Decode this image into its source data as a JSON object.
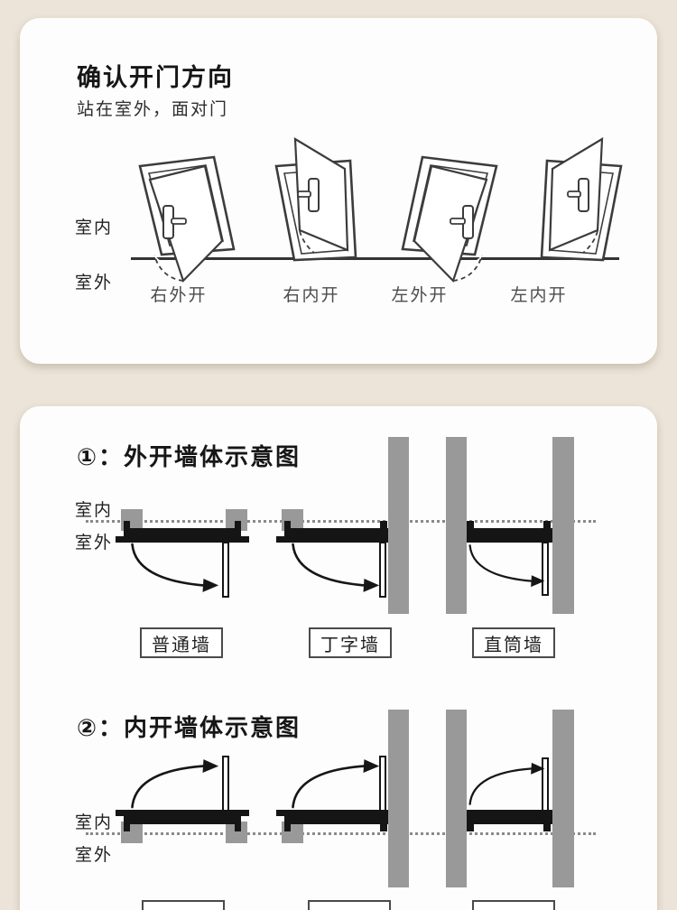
{
  "colors": {
    "page_bg": "#ece4d8",
    "card_bg": "#fdfdfd",
    "wall_gray": "#999999",
    "ink_black": "#151515",
    "line_art": "#3c3c3c"
  },
  "card1": {
    "title": "确认开门方向",
    "subtitle": "站在室外，面对门",
    "indoor": "室内",
    "outdoor": "室外",
    "doors": [
      {
        "label": "右外开"
      },
      {
        "label": "右内开"
      },
      {
        "label": "左外开"
      },
      {
        "label": "左内开"
      }
    ]
  },
  "card2": {
    "sections": [
      {
        "heading": "①：外开墙体示意图",
        "indoor": "室内",
        "outdoor": "室外",
        "walls": [
          "普通墙",
          "丁字墙",
          "直筒墙"
        ]
      },
      {
        "heading": "②：内开墙体示意图",
        "indoor": "室内",
        "outdoor": "室外",
        "walls": []
      }
    ]
  }
}
